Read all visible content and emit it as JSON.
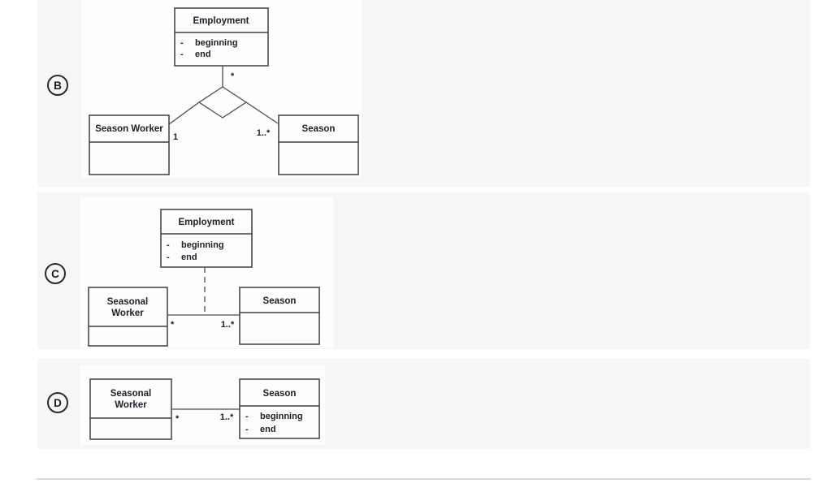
{
  "uml": {
    "visibility_marker": "-"
  },
  "colors": {
    "panel_bg": "#f6f6f6",
    "diagram_bg": "#fdfdfd",
    "box_stroke": "#3e3e3e",
    "text": "#20202a",
    "divider": "#d9d9d9"
  },
  "options": [
    {
      "label": "B",
      "type": "ternary-with-diamond",
      "employment": {
        "name": "Employment",
        "attributes": [
          "beginning",
          "end"
        ],
        "multiplicity": "*"
      },
      "worker": {
        "name": "Season Worker",
        "multiplicity": "1"
      },
      "season": {
        "name": "Season",
        "multiplicity": "1..*"
      }
    },
    {
      "label": "C",
      "type": "association-class-dashed",
      "employment": {
        "name": "Employment",
        "attributes": [
          "beginning",
          "end"
        ]
      },
      "worker": {
        "name_line1": "Seasonal",
        "name_line2": "Worker",
        "multiplicity": "*"
      },
      "season": {
        "name": "Season",
        "multiplicity": "1..*"
      }
    },
    {
      "label": "D",
      "type": "binary-association",
      "worker": {
        "name_line1": "Seasonal",
        "name_line2": "Worker",
        "multiplicity": "*"
      },
      "season": {
        "name": "Season",
        "attributes": [
          "beginning",
          "end"
        ],
        "multiplicity": "1..*"
      }
    }
  ]
}
